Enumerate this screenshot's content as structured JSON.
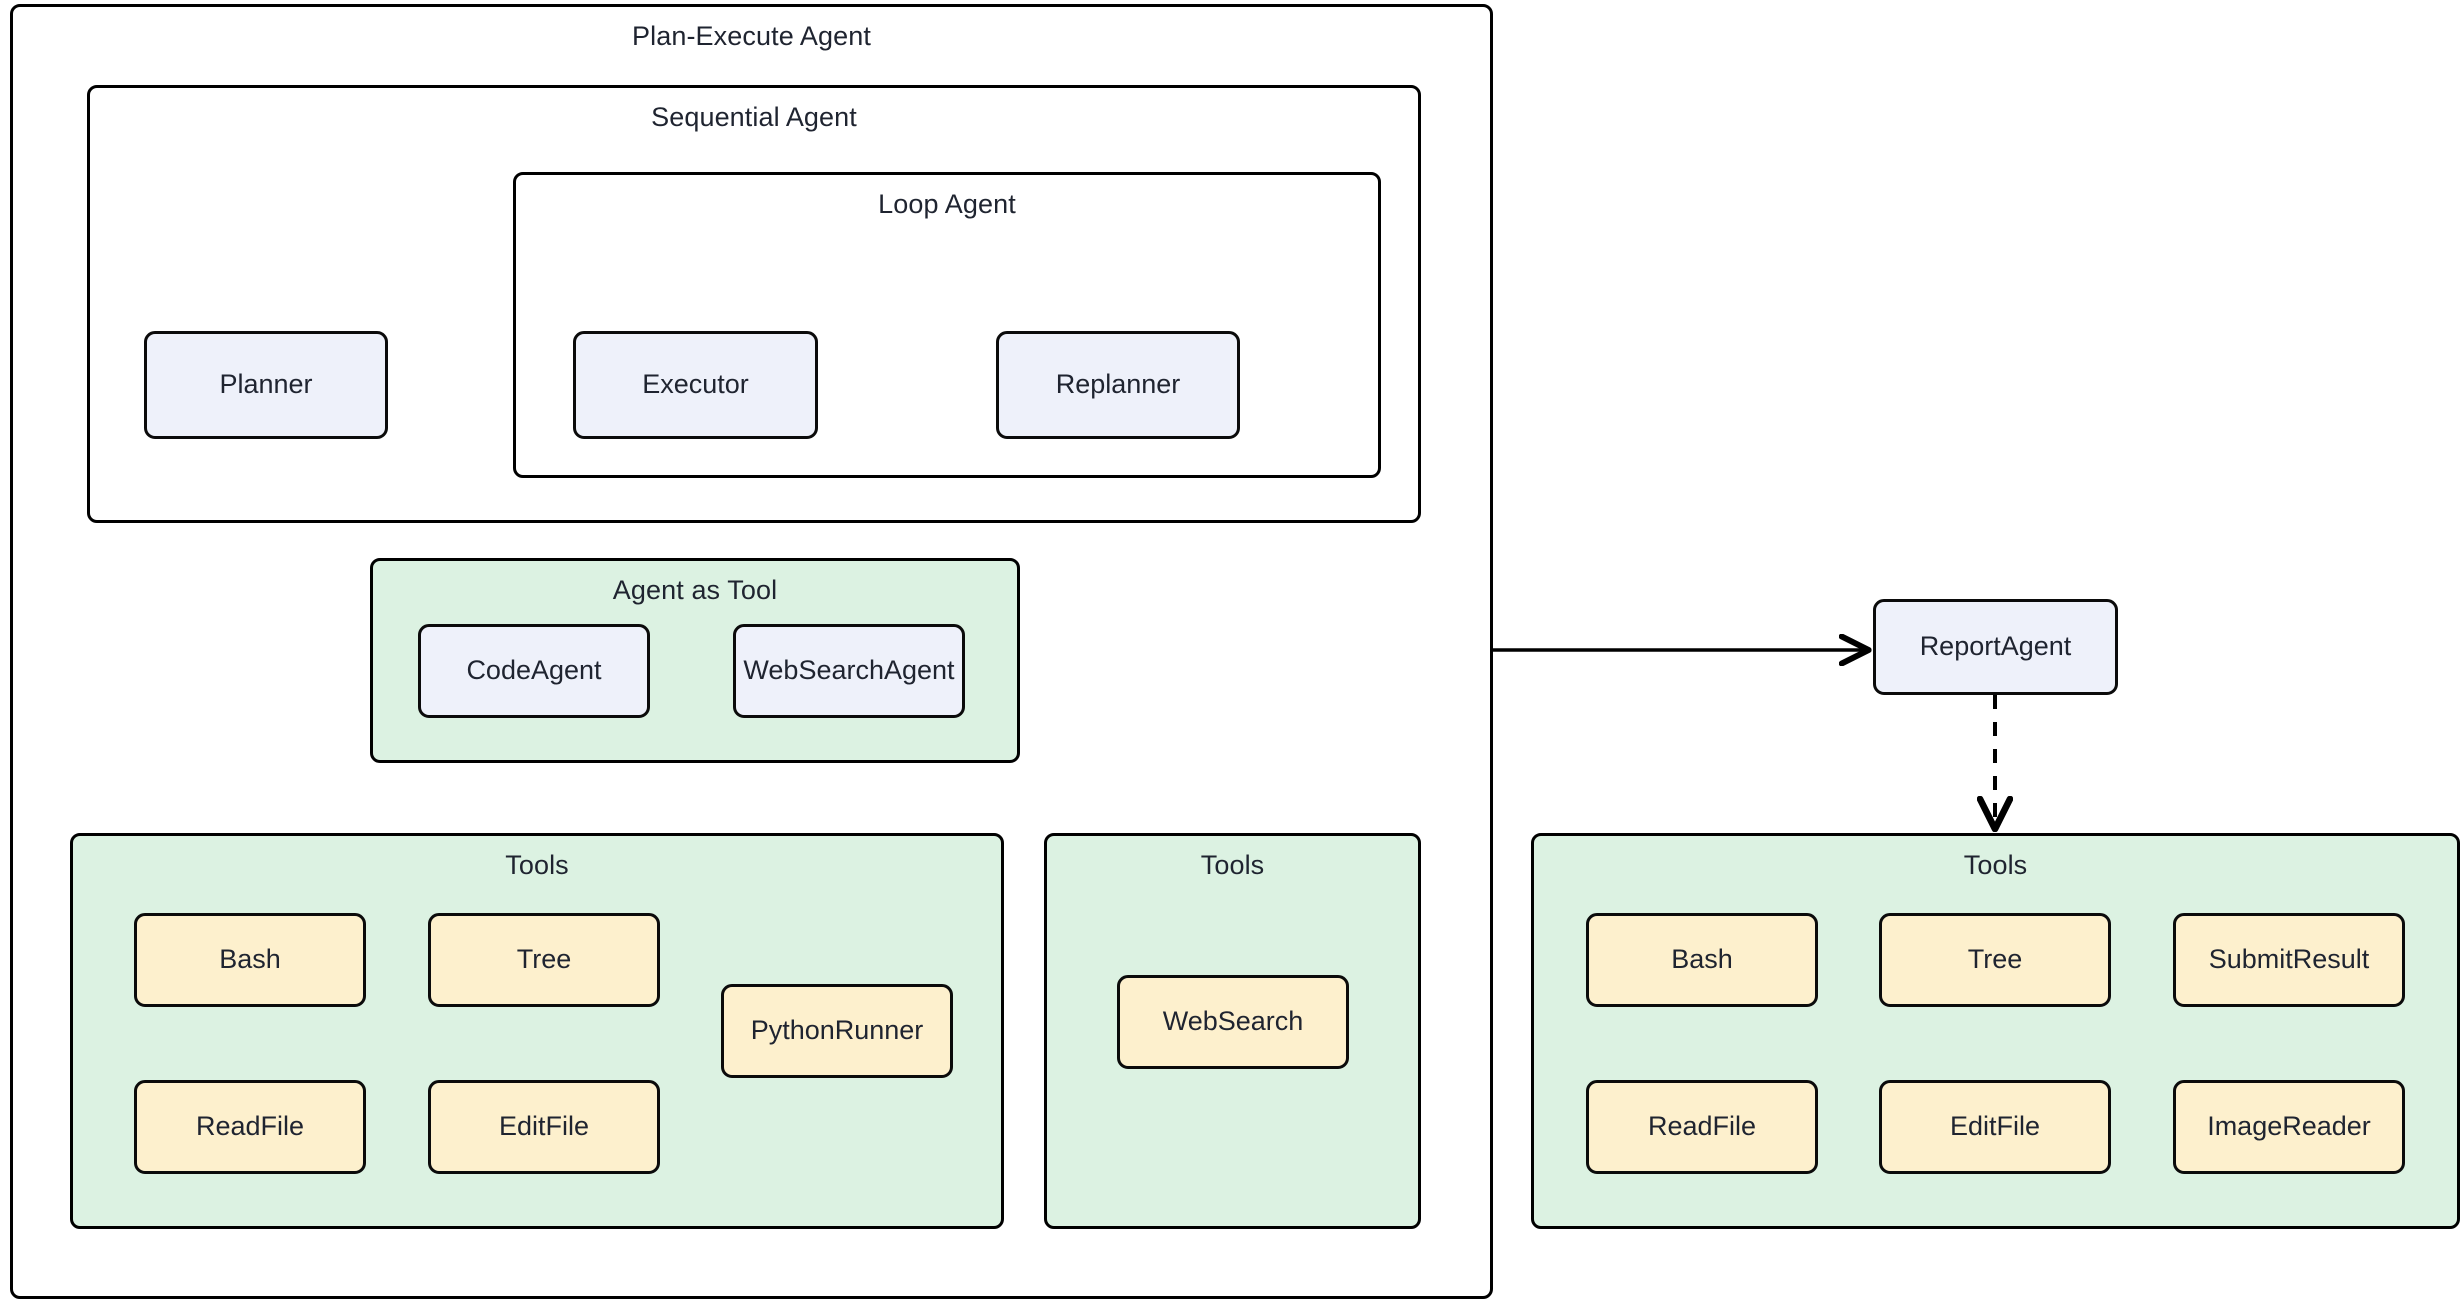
{
  "diagram": {
    "title": "Plan-Execute Agent",
    "type": "architecture-flow"
  },
  "groups": {
    "plan_execute_agent": {
      "label": "Plan-Execute Agent"
    },
    "sequential_agent": {
      "label": "Sequential Agent"
    },
    "loop_agent": {
      "label": "Loop Agent"
    },
    "agent_as_tool": {
      "label": "Agent as Tool"
    },
    "tools_code": {
      "label": "Tools"
    },
    "tools_websearch": {
      "label": "Tools"
    },
    "tools_report": {
      "label": "Tools"
    }
  },
  "nodes": {
    "planner": {
      "label": "Planner"
    },
    "executor": {
      "label": "Executor"
    },
    "replanner": {
      "label": "Replanner"
    },
    "code_agent": {
      "label": "CodeAgent"
    },
    "web_search_agent": {
      "label": "WebSearchAgent"
    },
    "report_agent": {
      "label": "ReportAgent"
    }
  },
  "tools": {
    "code_tools": [
      {
        "label": "Bash"
      },
      {
        "label": "Tree"
      },
      {
        "label": "PythonRunner"
      },
      {
        "label": "ReadFile"
      },
      {
        "label": "EditFile"
      }
    ],
    "websearch_tools": [
      {
        "label": "WebSearch"
      }
    ],
    "report_tools": [
      {
        "label": "Bash"
      },
      {
        "label": "Tree"
      },
      {
        "label": "SubmitResult"
      },
      {
        "label": "ReadFile"
      },
      {
        "label": "EditFile"
      },
      {
        "label": "ImageReader"
      }
    ]
  },
  "colors": {
    "agent_node_fill": "#eef1fa",
    "tool_node_fill": "#fdf0cd",
    "group_fill": "#dcf2e2",
    "stroke": "#000000",
    "text": "#1f2430",
    "background": "#ffffff"
  },
  "edges": [
    {
      "from": "planner",
      "to": "executor",
      "style": "solid"
    },
    {
      "from": "executor",
      "to": "replanner",
      "style": "solid"
    },
    {
      "from": "replanner",
      "to": "executor",
      "style": "solid",
      "kind": "loop-back"
    },
    {
      "from": "executor",
      "to": "agent_as_tool",
      "style": "dashed"
    },
    {
      "from": "code_agent",
      "to": "tools_code",
      "style": "dashed"
    },
    {
      "from": "web_search_agent",
      "to": "tools_websearch",
      "style": "dashed"
    },
    {
      "from": "plan_execute_agent",
      "to": "report_agent",
      "style": "solid"
    },
    {
      "from": "report_agent",
      "to": "tools_report",
      "style": "dashed"
    }
  ]
}
